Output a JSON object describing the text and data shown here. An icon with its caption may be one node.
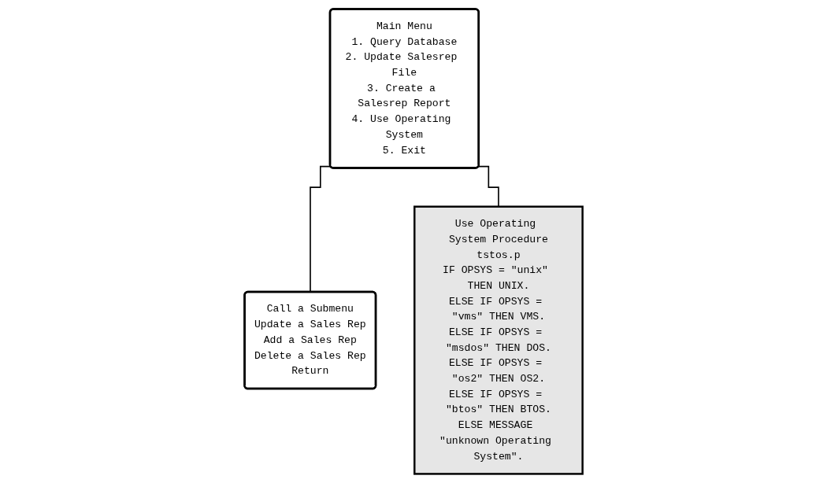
{
  "diagram": {
    "nodes": [
      {
        "text": [
          "Main Menu",
          "1. Query Database",
          "2. Update Salesrep File",
          "3. Create a Salesrep Report",
          "4. Use Operating System",
          "5. Exit"
        ]
      },
      {
        "text": [
          "Call a Submenu",
          "Update a Sales Rep",
          "Add a Sales Rep",
          "Delete a Sales Rep",
          "Return"
        ]
      },
      {
        "text": [
          "Use Operating System Procedure",
          "tstos.p",
          "IF OPSYS = \"unix\" THEN UNIX.",
          "ELSE IF OPSYS = \"vms\" THEN VMS.",
          "ELSE IF OPSYS = \"msdos\" THEN DOS.",
          "ELSE IF OPSYS = \"os2\" THEN OS2.",
          "ELSE IF OPSYS = \"btos\" THEN BTOS.",
          "ELSE MESSAGE \"unknown Operating System\"."
        ]
      }
    ],
    "edges": [
      {
        "from": 0,
        "to": 1,
        "arrow": "none"
      },
      {
        "from": 0,
        "to": 2,
        "arrow": "none"
      }
    ]
  }
}
